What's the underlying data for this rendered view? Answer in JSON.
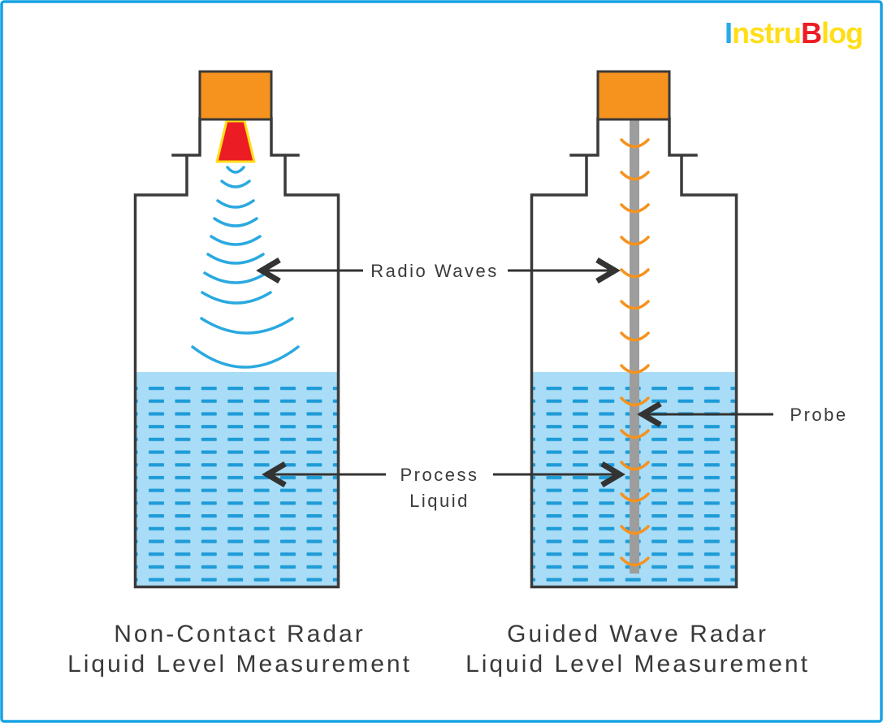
{
  "header": {
    "logo": {
      "parts": [
        {
          "text": "I",
          "color": "#29ABE2"
        },
        {
          "text": "nstru",
          "color": "#FFDE17"
        },
        {
          "text": "B",
          "color": "#EC1C24"
        },
        {
          "text": "log",
          "color": "#FFDE17"
        }
      ]
    }
  },
  "annotations": {
    "radio_waves": "Radio Waves",
    "process_liquid_line1": "Process",
    "process_liquid_line2": "Liquid",
    "probe": "Probe"
  },
  "captions": {
    "left": {
      "line1": "Non-Contact Radar",
      "line2": "Liquid Level Measurement"
    },
    "right": {
      "line1": "Guided Wave Radar",
      "line2": "Liquid Level Measurement"
    }
  },
  "colors": {
    "frame_blue": "#16A3E4",
    "outline_dark": "#3A3A3A",
    "device_orange": "#F6921E",
    "horn_red": "#EC1C24",
    "horn_outline_yellow": "#FFDE17",
    "radar_wave_blue": "#2AA9E0",
    "liquid_fill_blue": "#A9DCF6",
    "liquid_dash_blue": "#1E9CD8",
    "probe_gray": "#9D9D9D",
    "probe_wave_orange": "#F6921E",
    "text_dark": "#3A3A3A"
  }
}
